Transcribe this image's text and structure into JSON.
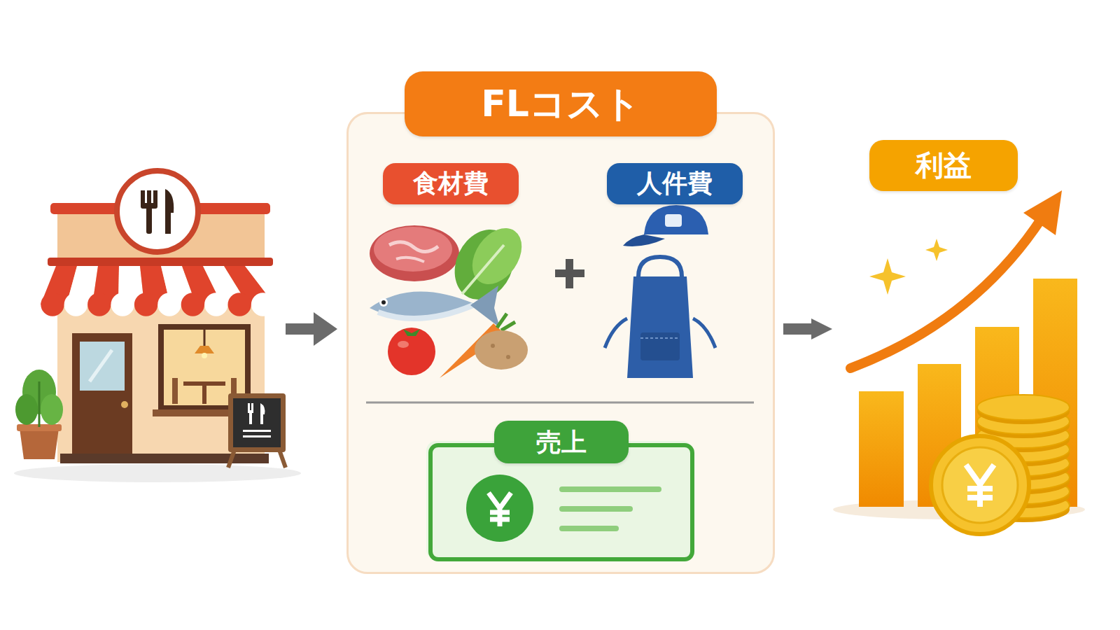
{
  "diagram": {
    "nodes": [
      {
        "text": [
          "FLコスト"
        ]
      },
      {
        "text": [
          "食材費"
        ],
        "in": 0
      },
      {
        "text": [
          "人件費"
        ],
        "in": 0
      },
      {
        "text": [
          "売上"
        ],
        "in": 0
      },
      {
        "text": [
          "利益"
        ]
      }
    ],
    "edges": [
      {
        "from": 0,
        "to": 4,
        "arrow": "to"
      }
    ]
  }
}
